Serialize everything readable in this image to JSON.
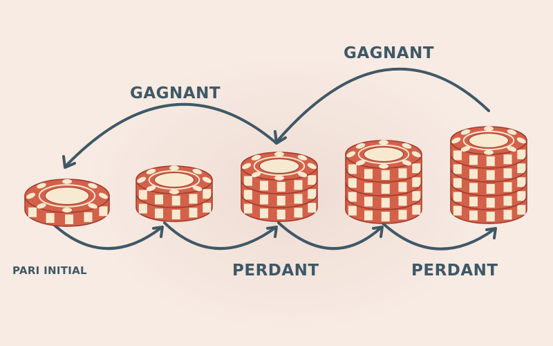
{
  "labels": {
    "gagnant_top": "GAGNANT",
    "gagnant_left": "GAGNANT",
    "pari_initial": "PARI INITIAL",
    "perdant_middle": "PERDANT",
    "perdant_right": "PERDANT"
  },
  "stacks": [
    {
      "name": "initial",
      "chips": 1
    },
    {
      "name": "second",
      "chips": 2
    },
    {
      "name": "third",
      "chips": 3
    },
    {
      "name": "fourth",
      "chips": 4
    },
    {
      "name": "fifth",
      "chips": 5
    }
  ],
  "colors": {
    "background": "#f7ebe3",
    "chip_red": "#d4614a",
    "chip_dark": "#9e3b2c",
    "chip_cream": "#f8ead0",
    "text_arrows": "#3f5866"
  }
}
